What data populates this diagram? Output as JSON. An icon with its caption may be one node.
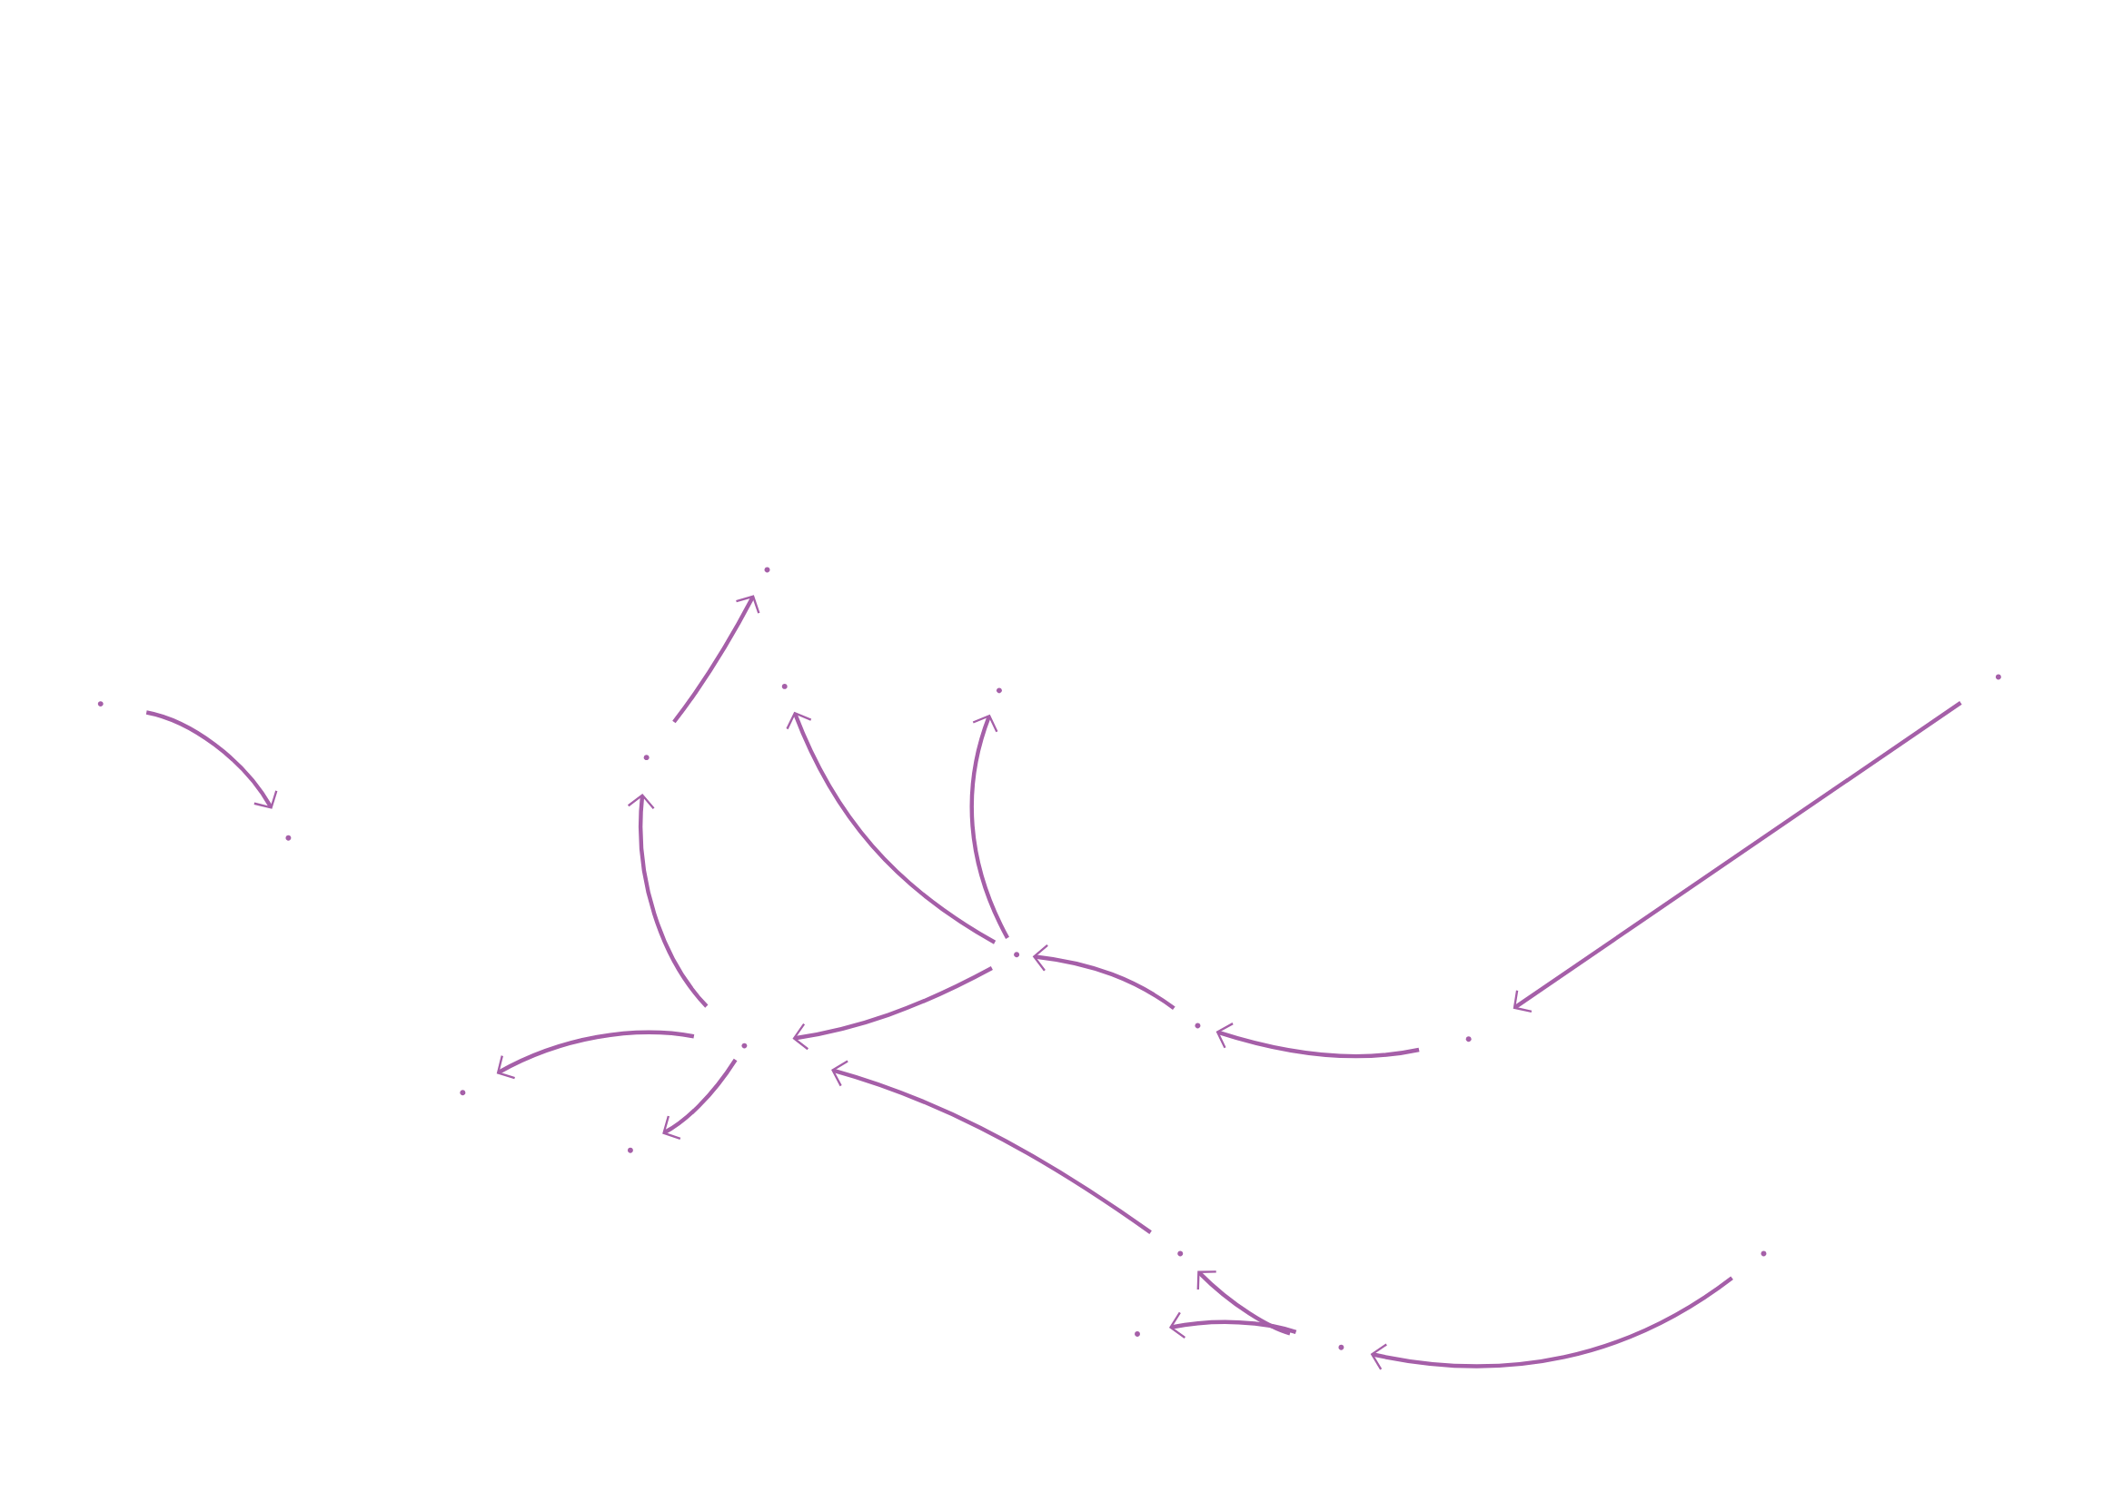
{
  "diagram": {
    "nodes": [
      {
        "text": [],
        "shape": "point"
      },
      {
        "text": [],
        "shape": "point"
      },
      {
        "text": [],
        "shape": "point"
      },
      {
        "text": [],
        "shape": "point"
      },
      {
        "text": [],
        "shape": "point"
      },
      {
        "text": [],
        "shape": "point"
      },
      {
        "text": [],
        "shape": "point"
      },
      {
        "text": [],
        "shape": "point"
      },
      {
        "text": [],
        "shape": "point"
      },
      {
        "text": [],
        "shape": "point"
      },
      {
        "text": [],
        "shape": "point"
      },
      {
        "text": [],
        "shape": "point"
      },
      {
        "text": [],
        "shape": "point"
      },
      {
        "text": [],
        "shape": "point"
      },
      {
        "text": [],
        "shape": "point"
      },
      {
        "text": [],
        "shape": "point"
      },
      {
        "text": [],
        "shape": "point"
      }
    ],
    "edges": [
      {
        "from": 0,
        "to": 1,
        "arrow": "to"
      },
      {
        "from": 5,
        "to": 2,
        "arrow": "to"
      },
      {
        "from": 5,
        "to": 3,
        "arrow": "to"
      },
      {
        "from": 5,
        "to": 4,
        "arrow": "to"
      },
      {
        "from": 4,
        "to": 6,
        "arrow": "to"
      },
      {
        "from": 9,
        "to": 7,
        "arrow": "to"
      },
      {
        "from": 9,
        "to": 8,
        "arrow": "to"
      },
      {
        "from": 9,
        "to": 5,
        "arrow": "to"
      },
      {
        "from": 12,
        "to": 9,
        "arrow": "to"
      },
      {
        "from": 14,
        "to": 12,
        "arrow": "to"
      },
      {
        "from": 16,
        "to": 14,
        "arrow": "to"
      },
      {
        "from": 11,
        "to": 5,
        "arrow": "to"
      },
      {
        "from": 13,
        "to": 11,
        "arrow": "to"
      },
      {
        "from": 13,
        "to": 10,
        "arrow": "to"
      },
      {
        "from": 15,
        "to": 13,
        "arrow": "to"
      }
    ]
  }
}
